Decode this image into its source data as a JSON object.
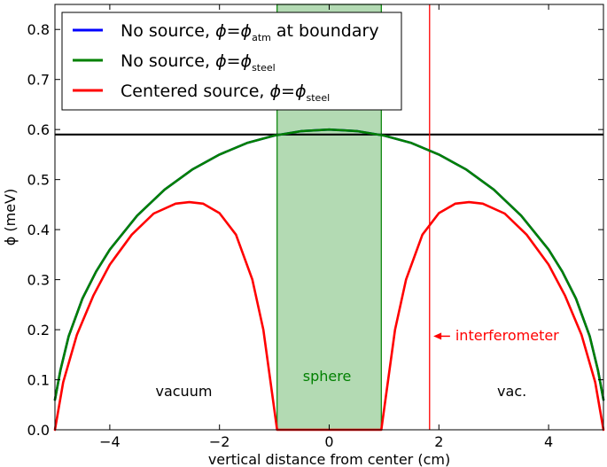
{
  "chart_data": {
    "type": "line",
    "xlabel": "vertical distance from center (cm)",
    "ylabel": "ϕ (meV)",
    "xlim": [
      -5,
      5
    ],
    "ylim": [
      0,
      0.85
    ],
    "x_ticks": [
      -4,
      -2,
      0,
      2,
      4
    ],
    "x_tick_labels": [
      "−4",
      "−2",
      "0",
      "2",
      "4"
    ],
    "y_ticks": [
      0.0,
      0.1,
      0.2,
      0.3,
      0.4,
      0.5,
      0.6,
      0.7,
      0.8
    ],
    "y_tick_labels": [
      "0.0",
      "0.1",
      "0.2",
      "0.3",
      "0.4",
      "0.5",
      "0.6",
      "0.7",
      "0.8"
    ],
    "grid": false,
    "legend_position": "upper-left",
    "series": [
      {
        "name": "No source, ϕ=ϕatm at boundary",
        "color": "#0000ff",
        "x": [
          -5,
          -4.9,
          -4.75,
          -4.5,
          -4.25,
          -4,
          -3.5,
          -3,
          -2.5,
          -2,
          -1.5,
          -1,
          -0.5,
          0,
          0.5,
          1,
          1.5,
          2,
          2.5,
          3,
          3.5,
          4,
          4.25,
          4.5,
          4.75,
          4.9,
          5
        ],
        "y": [
          0.06,
          0.119,
          0.187,
          0.262,
          0.316,
          0.36,
          0.428,
          0.48,
          0.52,
          0.55,
          0.573,
          0.588,
          0.597,
          0.6,
          0.597,
          0.588,
          0.573,
          0.55,
          0.52,
          0.48,
          0.428,
          0.36,
          0.316,
          0.262,
          0.187,
          0.119,
          0.06
        ]
      },
      {
        "name": "No source, ϕ=ϕsteel",
        "color": "#008000",
        "x": [
          -5,
          -4.9,
          -4.75,
          -4.5,
          -4.25,
          -4,
          -3.5,
          -3,
          -2.5,
          -2,
          -1.5,
          -1,
          -0.5,
          0,
          0.5,
          1,
          1.5,
          2,
          2.5,
          3,
          3.5,
          4,
          4.25,
          4.5,
          4.75,
          4.9,
          5
        ],
        "y": [
          0.06,
          0.119,
          0.187,
          0.262,
          0.316,
          0.36,
          0.428,
          0.48,
          0.52,
          0.55,
          0.573,
          0.588,
          0.597,
          0.6,
          0.597,
          0.588,
          0.573,
          0.55,
          0.52,
          0.48,
          0.428,
          0.36,
          0.316,
          0.262,
          0.187,
          0.119,
          0.06
        ]
      },
      {
        "name": "Centered source, ϕ=ϕsteel",
        "color": "#ff0000",
        "x": [
          -5,
          -4.85,
          -4.6,
          -4.3,
          -4,
          -3.6,
          -3.2,
          -2.8,
          -2.55,
          -2.3,
          -2,
          -1.7,
          -1.4,
          -1.2,
          -1.05,
          -0.95,
          0.95,
          1.05,
          1.2,
          1.4,
          1.7,
          2,
          2.3,
          2.55,
          2.8,
          3.2,
          3.6,
          4,
          4.3,
          4.6,
          4.85,
          5
        ],
        "y": [
          0.0,
          0.095,
          0.19,
          0.268,
          0.33,
          0.39,
          0.432,
          0.452,
          0.455,
          0.452,
          0.433,
          0.39,
          0.3,
          0.2,
          0.08,
          0.0,
          0.0,
          0.08,
          0.2,
          0.3,
          0.39,
          0.433,
          0.452,
          0.455,
          0.452,
          0.432,
          0.39,
          0.33,
          0.268,
          0.19,
          0.095,
          0.0
        ]
      }
    ],
    "shaded_region": {
      "x": [
        -0.95,
        0.95
      ],
      "color": "#b3dab3",
      "edge_color": "#008000",
      "label": "sphere"
    },
    "hline": {
      "y": 0.59,
      "color": "#000000"
    },
    "vline": {
      "x": 1.83,
      "color": "#ff0000"
    },
    "annotations": [
      {
        "text": "vacuum",
        "x": -2.65,
        "y": 0.075,
        "color": "#000000"
      },
      {
        "text": "sphere",
        "x": -0.04,
        "y": 0.105,
        "color": "#008000"
      },
      {
        "text": "vac.",
        "x": 3.33,
        "y": 0.075,
        "color": "#000000"
      },
      {
        "text": "interferometer",
        "x": 2.3,
        "y": 0.187,
        "color": "#ff0000",
        "arrow_to_x": 1.9
      }
    ],
    "legend": {
      "entries": [
        {
          "prefix": "No source, ",
          "sub": "atm",
          "suffix": " at boundary",
          "color": "#0000ff"
        },
        {
          "prefix": "No source, ",
          "sub": "steel",
          "suffix": "",
          "color": "#008000"
        },
        {
          "prefix": "Centered source, ",
          "sub": "steel",
          "suffix": "",
          "color": "#ff0000"
        }
      ]
    }
  }
}
